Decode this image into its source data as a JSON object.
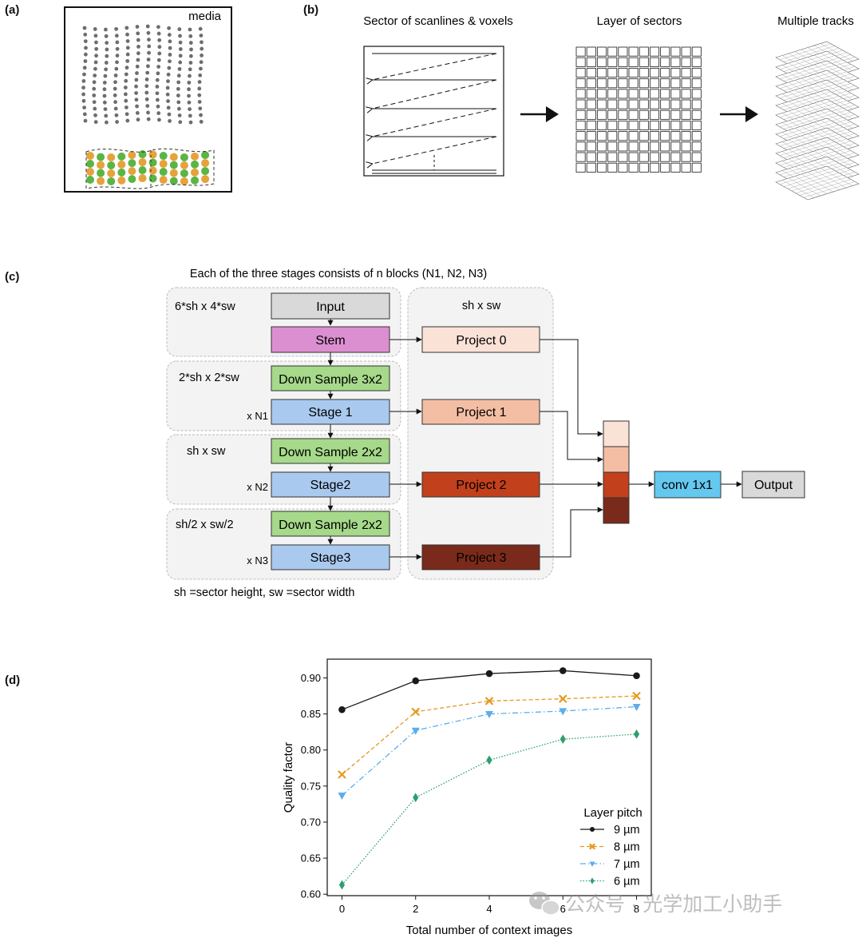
{
  "panels": {
    "a": {
      "label": "(a)",
      "media_label": "media"
    },
    "b": {
      "label": "(b)",
      "titles": [
        "Sector of scanlines & voxels",
        "Layer of sectors",
        "Multiple tracks"
      ]
    },
    "c": {
      "label": "(c)",
      "caption_top": "Each of the three stages consists of n blocks (N1, N2, N3)",
      "caption_bottom": "sh =sector height, sw =sector width",
      "group_sizes": [
        "6*sh x 4*sw",
        "2*sh x 2*sw",
        "sh x sw",
        "sh/2 x sw/2"
      ],
      "project_group_size": "sh x sw",
      "blocks": {
        "input": "Input",
        "stem": "Stem",
        "down1": "Down Sample 3x2",
        "stage1": "Stage 1",
        "down2": "Down Sample 2x2",
        "stage2": "Stage2",
        "down3": "Down Sample 2x2",
        "stage3": "Stage3",
        "project0": "Project 0",
        "project1": "Project 1",
        "project2": "Project 2",
        "project3": "Project 3",
        "conv": "conv 1x1",
        "output": "Output"
      },
      "repeat_labels": [
        "x N1",
        "x N2",
        "x N3"
      ],
      "colors": {
        "input": "#d9d9d9",
        "stem": "#dc8fd0",
        "down": "#a6d98a",
        "stage": "#a9c9ef",
        "project0": "#fbe2d6",
        "project1": "#f4bea4",
        "project2": "#c2401c",
        "project3": "#7a2a1b",
        "conv": "#64c8ef",
        "output": "#d9d9d9",
        "group_bg": "#f3f3f3"
      }
    },
    "d": {
      "label": "(d)"
    }
  },
  "chart_data": {
    "type": "line",
    "xlabel": "Total number of context images",
    "ylabel": "Quality factor",
    "x": [
      0,
      2,
      4,
      6,
      8
    ],
    "xticks": [
      "0",
      "2",
      "4",
      "6",
      "8"
    ],
    "xlim": [
      -0.4,
      8.4
    ],
    "ylim": [
      0.598,
      0.926
    ],
    "yticks": [
      "0.60",
      "0.65",
      "0.70",
      "0.75",
      "0.80",
      "0.85",
      "0.90"
    ],
    "grid": false,
    "legend": {
      "title": "Layer pitch",
      "placement": "bottom-right"
    },
    "series": [
      {
        "name": "9 µm",
        "values": [
          0.856,
          0.896,
          0.906,
          0.91,
          0.903
        ],
        "color": "#1a1a1a",
        "marker": "circle",
        "dash": ""
      },
      {
        "name": "8 µm",
        "values": [
          0.766,
          0.853,
          0.868,
          0.871,
          0.875
        ],
        "color": "#e39b1f",
        "marker": "x",
        "dash": "5,3"
      },
      {
        "name": "7 µm",
        "values": [
          0.737,
          0.827,
          0.85,
          0.854,
          0.86
        ],
        "color": "#5cadea",
        "marker": "triangle-down",
        "dash": "7,3,1.5,3"
      },
      {
        "name": "6 µm",
        "values": [
          0.613,
          0.734,
          0.786,
          0.815,
          0.822
        ],
        "color": "#2e9e6e",
        "marker": "diamond",
        "dash": "1.5,2"
      }
    ]
  },
  "watermark": {
    "text": "公众号 · 光学加工小助手",
    "icon": "wechat-icon"
  }
}
